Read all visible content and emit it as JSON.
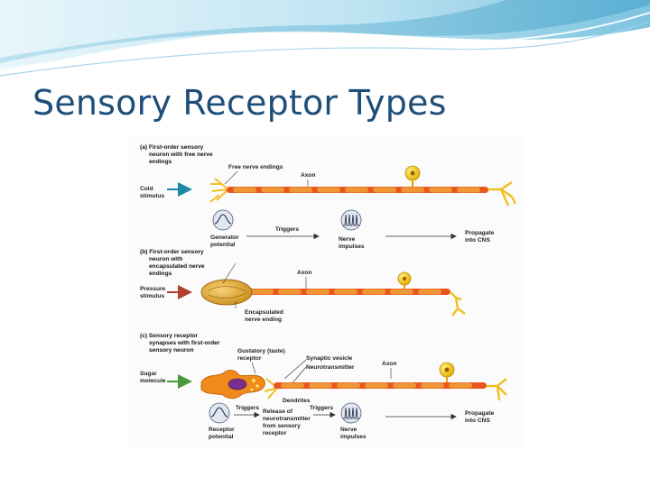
{
  "slide": {
    "title": "Sensory Receptor Types"
  },
  "colors": {
    "title": "#1f4e79",
    "banner_light": "#cdeaf5",
    "banner_dark": "#5fb3d6",
    "axon": "#e8551f",
    "myelin": "#f0a23a",
    "cell_body": "#f2c500",
    "cold_arrow": "#1e88a8",
    "pressure_arrow": "#b3402c",
    "sugar_arrow": "#4a9a3a"
  },
  "figure": {
    "panel_a": {
      "heading": [
        "(a) First-order sensory",
        "neuron with free nerve",
        "endings"
      ],
      "free_nerve_endings": "Free nerve endings",
      "axon": "Axon",
      "stimulus": [
        "Cold",
        "stimulus"
      ],
      "generator_potential": [
        "Generator",
        "potential"
      ],
      "triggers": "Triggers",
      "nerve_impulses": [
        "Nerve",
        "impulses"
      ],
      "propagate": [
        "Propagate",
        "into CNS"
      ]
    },
    "panel_b": {
      "heading": [
        "(b) First-order sensory",
        "neuron with",
        "encapsulated nerve",
        "endings"
      ],
      "axon": "Axon",
      "stimulus": [
        "Pressure",
        "stimulus"
      ],
      "encapsulated": [
        "Encapsulated",
        "nerve ending"
      ]
    },
    "panel_c": {
      "heading": [
        "(c) Sensory receptor",
        "synapses with first-order",
        "sensory neuron"
      ],
      "gustatory": [
        "Gustatory (taste)",
        "receptor"
      ],
      "synaptic_vesicle": "Synaptic vesicle",
      "neurotransmitter": "Neurotransmitter",
      "axon": "Axon",
      "stimulus": [
        "Sugar",
        "molecule"
      ],
      "dendrites": "Dendrites",
      "triggers_1": "Triggers",
      "release": [
        "Release of",
        "neurotransmitter",
        "from sensory",
        "receptor"
      ],
      "triggers_2": "Triggers",
      "receptor_potential": [
        "Receptor",
        "potential"
      ],
      "nerve_impulses": [
        "Nerve",
        "impulses"
      ],
      "propagate": [
        "Propagate",
        "into CNS"
      ]
    }
  }
}
